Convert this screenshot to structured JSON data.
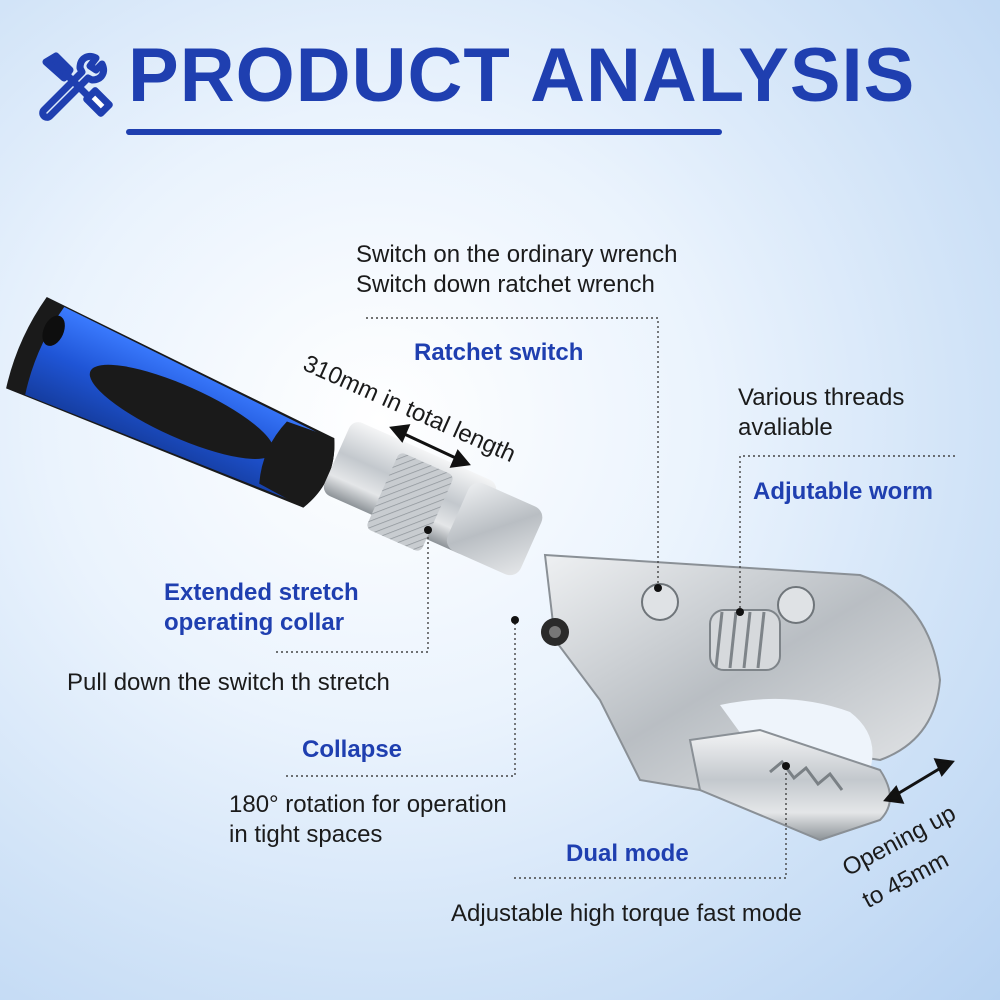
{
  "header": {
    "title": "PRODUCT ANALYSIS",
    "icon": "wrench-screwdriver-icon"
  },
  "colors": {
    "accent_blue": "#1f3fb0",
    "text_dark": "#1b1b1b",
    "handle_blue": "#1f55d6",
    "grip_black": "#1a1a1a",
    "steel": "#cfd3d8"
  },
  "callouts": {
    "ratchet_switch": {
      "label": "Ratchet switch",
      "desc_line1": "Switch on the ordinary wrench",
      "desc_line2": "Switch down ratchet wrench"
    },
    "total_length": {
      "text": "310mm in total length"
    },
    "adjustable_worm": {
      "label": "Adjutable worm",
      "desc_line1": "Various threads",
      "desc_line2": "avaliable"
    },
    "collar": {
      "label_line1": "Extended stretch",
      "label_line2": "operating collar",
      "desc": "Pull down the switch th stretch"
    },
    "collapse": {
      "label": "Collapse",
      "desc_line1": "180° rotation for operation",
      "desc_line2": "in tight spaces"
    },
    "dual_mode": {
      "label": "Dual mode",
      "desc": "Adjustable high torque fast mode"
    },
    "opening": {
      "line1": "Opening up",
      "line2": "to 45mm"
    }
  }
}
